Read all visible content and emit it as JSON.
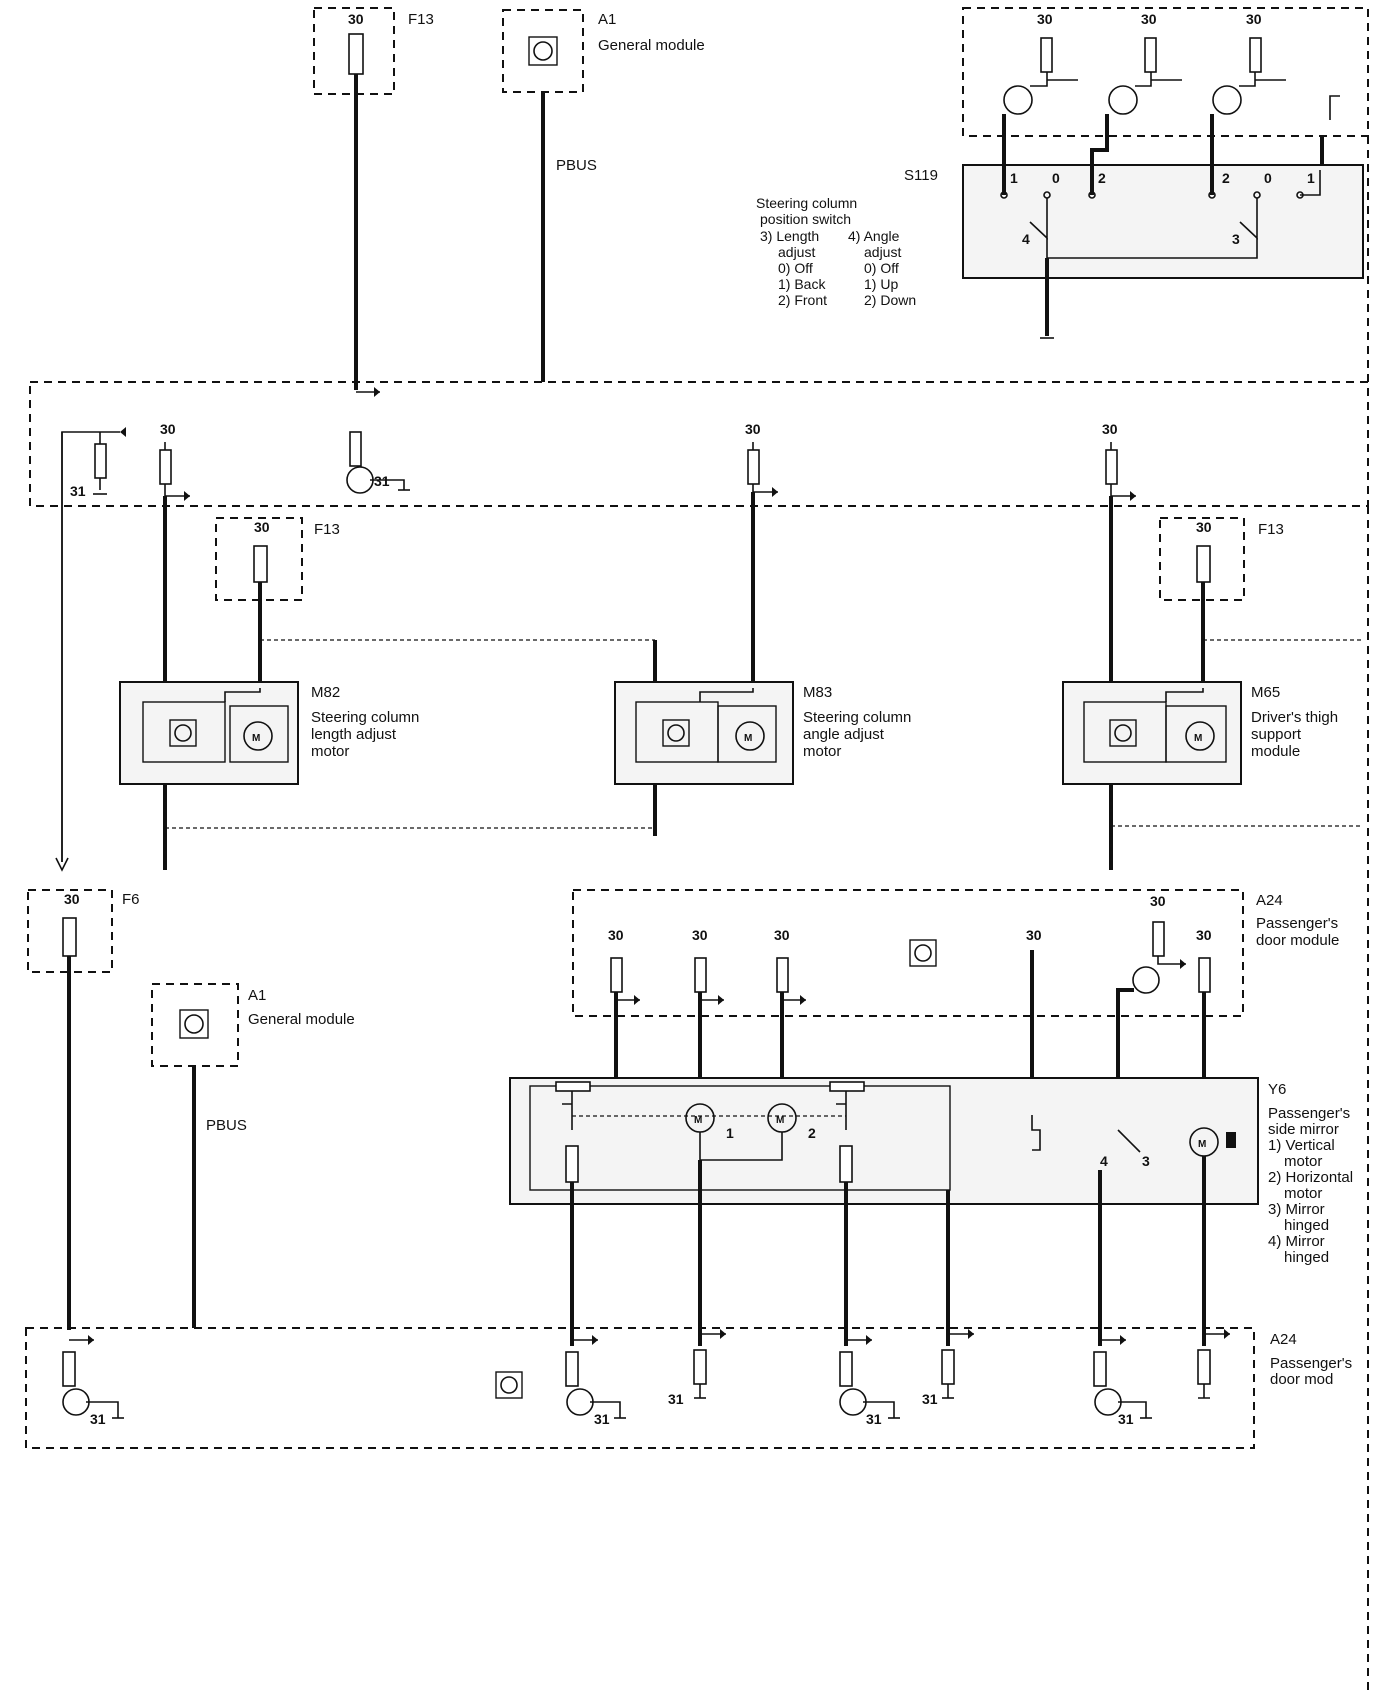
{
  "components": {
    "f13_top": {
      "id": "F13",
      "terminal": "30"
    },
    "a1_top": {
      "id": "A1",
      "name": "General module"
    },
    "pbus_top": "PBUS",
    "s119": {
      "id": "S119",
      "title_line1": "Steering column",
      "title_line2": "position  switch",
      "col_length": [
        "3) Length",
        "adjust",
        "0) Off",
        "1) Back",
        "2) Front"
      ],
      "col_angle": [
        "4) Angle",
        "adjust",
        "0) Off",
        "1) Up",
        "2) Down"
      ],
      "pin_labels": [
        "1",
        "0",
        "2",
        "2",
        "0",
        "1"
      ],
      "contact_labels": [
        "4",
        "3"
      ],
      "terminals": [
        "30",
        "30",
        "30"
      ]
    },
    "cem": {
      "terminals": [
        "30",
        "30",
        "30"
      ],
      "grounds": [
        "31",
        "31"
      ]
    },
    "f13_left": {
      "id": "F13",
      "terminal": "30"
    },
    "f13_right": {
      "id": "F13",
      "terminal": "30"
    },
    "m82": {
      "id": "M82",
      "line1": "Steering column",
      "line2": "length adjust",
      "line3": "motor"
    },
    "m83": {
      "id": "M83",
      "line1": "Steering column",
      "line2": "angle adjust",
      "line3": "motor"
    },
    "m65": {
      "id": "M65",
      "line1": "Driver's thigh",
      "line2": "support",
      "line3": "module"
    },
    "motor_label": "M",
    "f6": {
      "id": "F6",
      "terminal": "30"
    },
    "a1_bottom": {
      "id": "A1",
      "name": "General module"
    },
    "pbus_bottom": "PBUS",
    "a24_top": {
      "id": "A24",
      "line1": "Passenger's",
      "line2": "door module",
      "terminals": [
        "30",
        "30",
        "30",
        "30",
        "30",
        "30"
      ]
    },
    "y6": {
      "id": "Y6",
      "lines": [
        "Passenger's",
        "side mirror",
        "1) Vertical",
        "motor",
        "2) Horizontal",
        "motor",
        "3) Mirror",
        "hinged",
        "4) Mirror",
        "hinged"
      ],
      "contact_labels": [
        "1",
        "2",
        "3",
        "4"
      ]
    },
    "a24_bottom": {
      "id": "A24",
      "line1": "Passenger's",
      "line2": "door mod",
      "grounds": [
        "31",
        "31",
        "31",
        "31",
        "31",
        "31"
      ]
    }
  }
}
